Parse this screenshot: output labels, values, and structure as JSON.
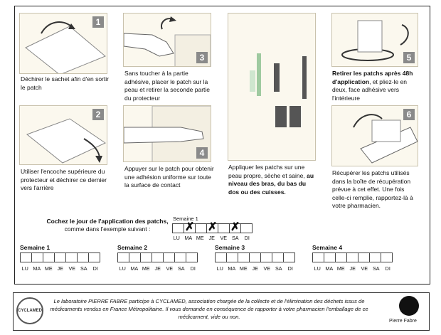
{
  "steps": [
    {
      "num": "1",
      "text": "Déchirer le sachet afin d'en sortir le patch"
    },
    {
      "num": "2",
      "text": "Utiliser l'encoche supérieure du protecteur et déchirer ce dernier vers l'arrière"
    },
    {
      "num": "3",
      "text": "Sans toucher à la partie adhésive, placer le patch sur la peau et retirer la seconde partie du protecteur"
    },
    {
      "num": "4",
      "text": "Appuyer sur le patch pour obtenir une adhésion uniforme sur toute la surface de contact"
    },
    {
      "num": "5",
      "text_bold": "Retirer les patchs après 48h d'application",
      "text": ", et pliez-le en deux, face adhésive vers l'intérieure"
    },
    {
      "num": "6",
      "text": "Récupérer les patchs utilisés dans la boîte de récupération prévue à cet effet. Une fois celle-ci remplie, rapportez-là à votre pharmacien."
    }
  ],
  "center": {
    "text": "Appliquer les patchs sur une peau propre, sèche et saine,",
    "text_bold": "au niveau des bras, du bas du dos ou des cuisses."
  },
  "calendar": {
    "instruction_bold": "Cochez le jour de l'application des patchs,",
    "instruction": "comme dans l'exemple suivant :",
    "example_title": "Semaine 1",
    "weeks": [
      "Semaine 1",
      "Semaine 2",
      "Semaine 3",
      "Semaine 4"
    ],
    "days": [
      "LU",
      "MA",
      "ME",
      "JE",
      "VE",
      "SA",
      "DI"
    ]
  },
  "footer": {
    "text": "Le laboratoire PIERRE FABRE participe à CYCLAMED, association chargée de la collecte et de l'élimination des déchets issus de médicaments vendus en France Métropolitaine. Il vous demande en conséquence de rapporter à votre pharmacien l'emballage de ce médicament, vide ou non.",
    "logo_left": "CYCLAMED",
    "brand": "Pierre Fabre"
  }
}
